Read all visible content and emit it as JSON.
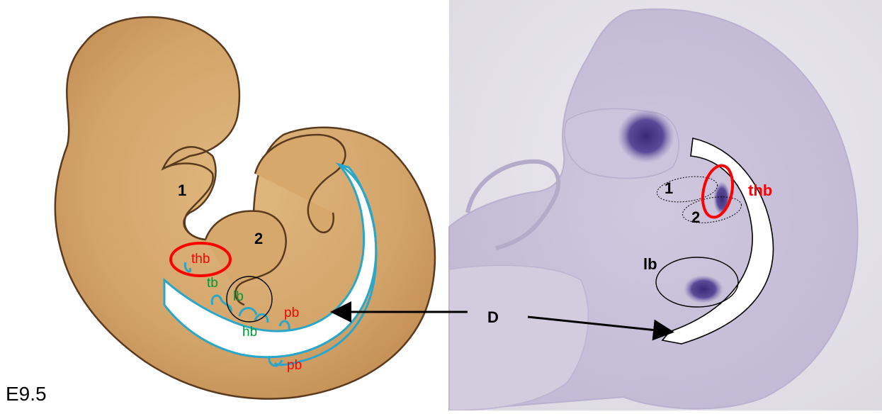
{
  "left_panel": {
    "labels": {
      "pouch_1": "1",
      "pouch_2": "2",
      "thb": "thb",
      "tb": "tb",
      "lb": "lb",
      "hb": "hb",
      "pb_upper": "pb",
      "pb_lower": "pb",
      "stage": "E9.5"
    }
  },
  "right_panel": {
    "labels": {
      "pouch_1": "1",
      "pouch_2": "2",
      "thb": "thb",
      "lb": "lb"
    }
  },
  "center_label": "D",
  "colors": {
    "embryo_fill": "#d2a46a",
    "embryo_outline": "#5a3a1e",
    "endoderm_blue": "#2aa6c8",
    "highlight_red": "#ff0000",
    "bud_label_green": "#009933",
    "stain_purple": "#4a3a8a",
    "photo_background": "#e2dfe8"
  }
}
